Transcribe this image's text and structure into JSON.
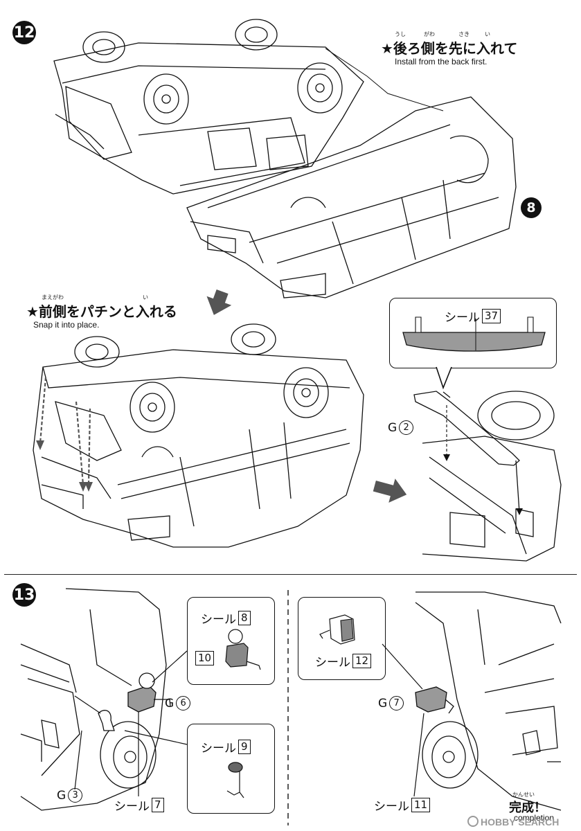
{
  "step12": {
    "number": "12",
    "ref_number": "8",
    "note1": {
      "jp": "★後ろ側を先に入れて",
      "en": "Install from the back first.",
      "ruby": [
        "うし",
        "がわ",
        "さき",
        "い"
      ]
    },
    "note2": {
      "jp": "★前側をパチンと入れる",
      "en": "Snap it into place.",
      "ruby": [
        "まえがわ",
        "い"
      ]
    },
    "sticker_callout": {
      "prefix": "シール",
      "num": "37"
    },
    "part_g2": {
      "letter": "G",
      "num": "2"
    }
  },
  "step13": {
    "number": "13",
    "left": {
      "callout_top": {
        "prefix": "シール",
        "num1": "8",
        "num2": "10"
      },
      "callout_bottom": {
        "prefix": "シール",
        "num": "9"
      },
      "g6": {
        "letter": "G",
        "num": "6"
      },
      "g3": {
        "letter": "G",
        "num": "3"
      },
      "sticker7": {
        "prefix": "シール",
        "num": "7"
      }
    },
    "right": {
      "callout": {
        "prefix": "シール",
        "num": "12"
      },
      "g7": {
        "letter": "G",
        "num": "7"
      },
      "sticker11": {
        "prefix": "シール",
        "num": "11"
      }
    },
    "completion": {
      "jp": "完成！",
      "ruby": "かんせい",
      "en": "completion"
    }
  },
  "watermark": "HOBBY SEARCH"
}
